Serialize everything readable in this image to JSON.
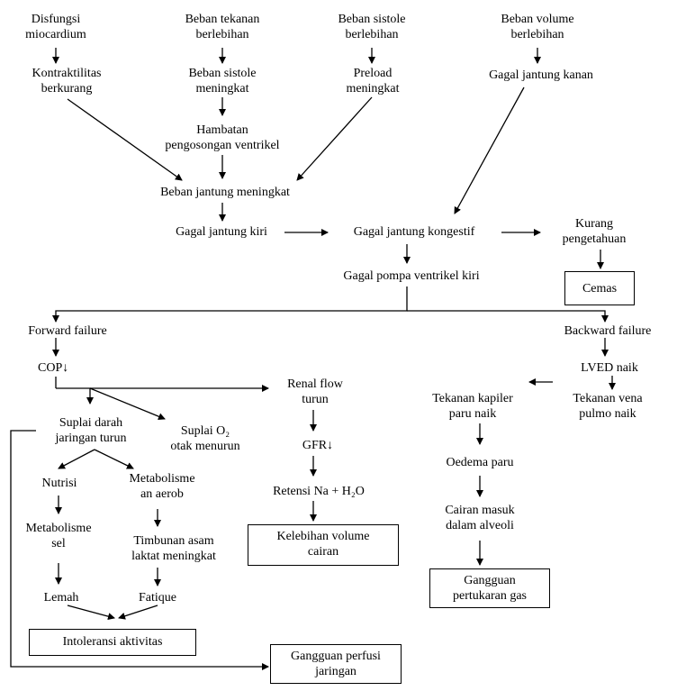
{
  "nodes": {
    "disfungsi": [
      "Disfungsi",
      "miocardium"
    ],
    "beban_tekanan": [
      "Beban tekanan",
      "berlebihan"
    ],
    "beban_sistole": [
      "Beban sistole",
      "berlebihan"
    ],
    "beban_volume": [
      "Beban volume",
      "berlebihan"
    ],
    "kontraktilitas": [
      "Kontraktilitas",
      "berkurang"
    ],
    "beban_sistole_meningkat": [
      "Beban sistole",
      "meningkat"
    ],
    "preload": [
      "Preload",
      "meningkat"
    ],
    "gagal_kanan": [
      "Gagal jantung kanan"
    ],
    "hambatan": [
      "Hambatan",
      "pengosongan ventrikel"
    ],
    "beban_jantung": [
      "Beban jantung meningkat"
    ],
    "gagal_kiri": [
      "Gagal jantung kiri"
    ],
    "gagal_kongestif": [
      "Gagal jantung kongestif"
    ],
    "kurang_pengetahuan": [
      "Kurang",
      "pengetahuan"
    ],
    "cemas": [
      "Cemas"
    ],
    "gagal_pompa": [
      "Gagal pompa ventrikel kiri"
    ],
    "forward": [
      "Forward failure"
    ],
    "backward": [
      "Backward failure"
    ],
    "cop": [
      "COP↓"
    ],
    "lved": [
      "LVED naik"
    ],
    "renal": [
      "Renal flow",
      "turun"
    ],
    "tekanan_kapiler": [
      "Tekanan kapiler",
      "paru naik"
    ],
    "tekanan_vena": [
      "Tekanan vena",
      "pulmo naik"
    ],
    "suplai_darah": [
      "Suplai darah",
      "jaringan turun"
    ],
    "suplai_o2": [
      "Suplai O₂",
      "otak menurun"
    ],
    "gfr": [
      "GFR↓"
    ],
    "oedema": [
      "Oedema paru"
    ],
    "nutrisi": [
      "Nutrisi"
    ],
    "metab_anaerob": [
      "Metabolisme",
      "an aerob"
    ],
    "retensi": [
      "Retensi Na + H₂O"
    ],
    "cairan_masuk": [
      "Cairan masuk",
      "dalam alveoli"
    ],
    "metab_sel": [
      "Metabolisme",
      "sel"
    ],
    "timbunan": [
      "Timbunan asam",
      "laktat meningkat"
    ],
    "kelebihan": [
      "Kelebihan volume",
      "cairan"
    ],
    "gangguan_gas": [
      "Gangguan",
      "pertukaran gas"
    ],
    "lemah": [
      "Lemah"
    ],
    "fatique": [
      "Fatique"
    ],
    "intoleransi": [
      "Intoleransi aktivitas"
    ],
    "gangguan_perfusi": [
      "Gangguan perfusi",
      "jaringan"
    ]
  }
}
